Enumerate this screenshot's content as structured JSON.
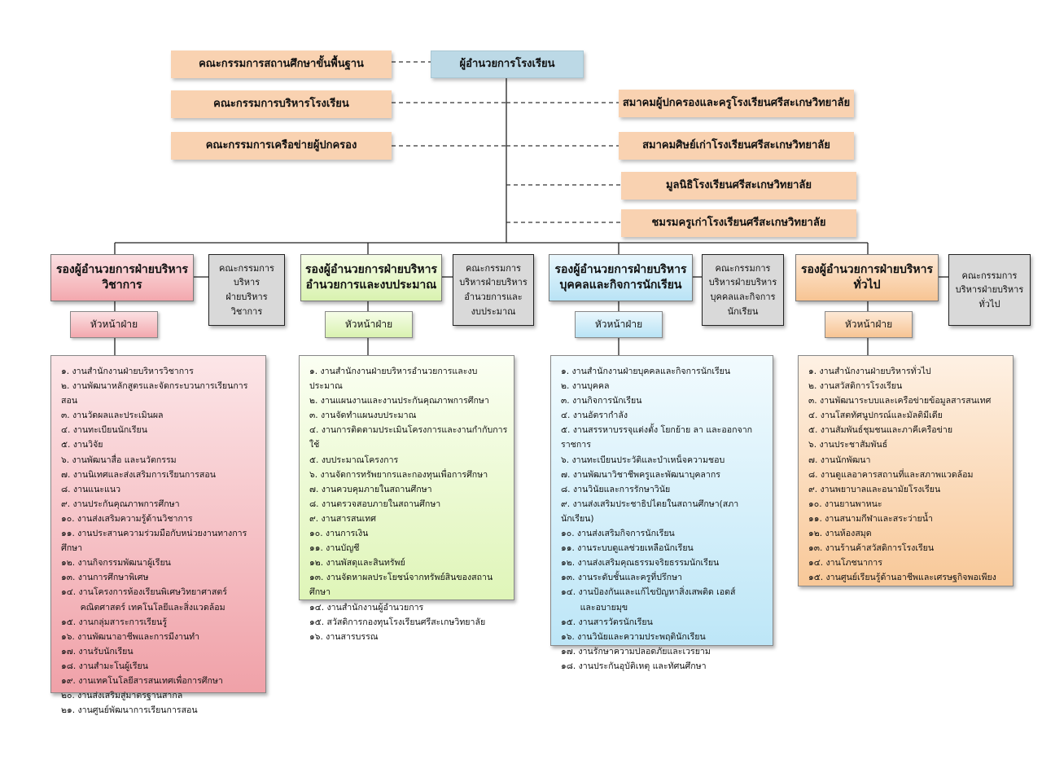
{
  "top": {
    "director": "ผู้อำนวยการโรงเรียน",
    "left_committees": [
      "คณะกรรมการสถานศึกษาขั้นพื้นฐาน",
      "คณะกรรมการบริหารโรงเรียน",
      "คณะกรรมการเครือข่ายผู้ปกครอง"
    ],
    "right_associations": [
      "สมาคมผู้ปกครองและครูโรงเรียนศรีสะเกษวิทยาลัย",
      "สมาคมศิษย์เก่าโรงเรียนศรีสะเกษวิทยาลัย",
      "มูลนิธิโรงเรียนศรีสะเกษวิทยาลัย",
      "ชมรมครูเก่าโรงเรียนศรีสะเกษวิทยาลัย"
    ]
  },
  "divisions": [
    {
      "title": "รองผู้อำนวยการฝ่ายบริหาร\nวิชาการ",
      "committee": "คณะกรรมการ\nบริหาร\nฝ่ายบริหาร\nวิชาการ",
      "head": "หัวหน้าฝ่าย",
      "tasks": [
        "๑. งานสำนักงานฝ่ายบริหารวิชาการ",
        "๒. งานพัฒนาหลักสูตรและจัดกระบวนการเรียนการสอน",
        "๓. งานวัดผลและประเมินผล",
        "๔. งานทะเบียนนักเรียน",
        "๕. งานวิจัย",
        "๖. งานพัฒนาสื่อ และนวัตกรรม",
        "๗. งานนิเทศและส่งเสริมการเรียนการสอน",
        "๘. งานแนะแนว",
        "๙. งานประกันคุณภาพการศึกษา",
        "๑๐. งานส่งเสริมความรู้ด้านวิชาการ",
        "๑๑. งานประสานความร่วมมือกับหน่วยงานทางการศึกษา",
        "๑๒. งานกิจกรรมพัฒนาผู้เรียน",
        "๑๓. งานการศึกษาพิเศษ",
        "๑๔. งานโครงการห้องเรียนพิเศษวิทยาศาสตร์\n       คณิตศาสตร์ เทคโนโลยีและสิ่งแวดล้อม",
        "๑๕. งานกลุ่มสาระการเรียนรู้",
        "๑๖. งานพัฒนาอาชีพและการมีงานทำ",
        "๑๗. งานรับนักเรียน",
        "๑๘. งานสำมะโนผู้เรียน",
        "๑๙. งานเทคโนโลยีสารสนเทศเพื่อการศึกษา",
        "๒๐. งานส่งเสริมสู่มาตรฐานสากล",
        "๒๑. งานศูนย์พัฒนาการเรียนการสอน"
      ]
    },
    {
      "title": "รองผู้อำนวยการฝ่ายบริหาร\nอำนวยการและงบประมาณ",
      "committee": "คณะกรรมการ\nบริหารฝ่ายบริหาร\nอำนวยการและ\nงบประมาณ",
      "head": "หัวหน้าฝ่าย",
      "tasks": [
        "๑. งานสำนักงานฝ่ายบริหารอำนวยการและงบประมาณ",
        "๒. งานแผนงานและงานประกันคุณภาพการศึกษา",
        "๓. งานจัดทำแผนงบประมาณ",
        "๔. งานการติดตามประเมินโครงการและงานกำกับการใช้",
        "๕. งบประมาณโครงการ",
        "๖. งานจัดการทรัพยากรและกองทุนเพื่อการศึกษา",
        "๗. งานควบคุมภายในสถานศึกษา",
        "๘. งานตรวจสอบภายในสถานศึกษา",
        "๙. งานสารสนเทศ",
        "๑๐. งานการเงิน",
        "๑๑. งานบัญชี",
        "๑๒. งานพัสดุและสินทรัพย์",
        "๑๓. งานจัดหาผลประโยชน์จากทรัพย์สินของสถานศึกษา",
        "๑๔. งานสำนักงานผู้อำนวยการ",
        "๑๕. สวัสดิการกองทุนโรงเรียนศรีสะเกษวิทยาลัย",
        "๑๖. งานสารบรรณ"
      ]
    },
    {
      "title": "รองผู้อำนวยการฝ่ายบริหาร\nบุคคลและกิจการนักเรียน",
      "committee": "คณะกรรมการ\nบริหารฝ่ายบริหาร\nบุคคลและกิจการ\nนักเรียน",
      "head": "หัวหน้าฝ่าย",
      "tasks": [
        "๑. งานสำนักงานฝ่ายบุคคลและกิจการนักเรียน",
        "๒. งานบุคคล",
        "๓. งานกิจการนักเรียน",
        "๔. งานอัตรากำลัง",
        "๕. งานสรรหาบรรจุแต่งตั้ง โยกย้าย ลา และออกจากราชการ",
        "๖. งานทะเบียนประวัติและบำเหน็จความชอบ",
        "๗. งานพัฒนาวิชาชีพครูและพัฒนาบุคลากร",
        "๘. งานวินัยและการรักษาวินัย",
        "๙. งานส่งเสริมประชาธิปไตยในสถานศึกษา(สภานักเรียน)",
        "๑๐. งานส่งเสริมกิจการนักเรียน",
        "๑๑. งานระบบดูแลช่วยเหลือนักเรียน",
        "๑๒. งานส่งเสริมคุณธรรมจริยธรรมนักเรียน",
        "๑๓. งานระดับชั้นและครูที่ปรึกษา",
        "๑๔. งานป้องกันและแก้ไขปัญหาสิ่งเสพติด เอดส์\n       และอบายมุข",
        "๑๕. งานสารวัตรนักเรียน",
        "๑๖. งานวินัยและความประพฤตินักเรียน",
        "๑๗. งานรักษาความปลอดภัยและเวรยาม",
        "๑๘. งานประกันอุบัติเหตุ และทัศนศึกษา"
      ]
    },
    {
      "title": "รองผู้อำนวยการฝ่ายบริหาร\nทั่วไป",
      "committee": "คณะกรรมการ\nบริหารฝ่ายบริหาร\nทั่วไป",
      "head": "หัวหน้าฝ่าย",
      "tasks": [
        "๑. งานสำนักงานฝ่ายบริหารทั่วไป",
        "๒. งานสวัสดิการโรงเรียน",
        "๓. งานพัฒนาระบบและเครือข่ายข้อมูลสารสนเทศ",
        "๔. งานโสตทัศนูปกรณ์และมัลติมีเดีย",
        "๕. งานสัมพันธ์ชุมชนและภาคีเครือข่าย",
        "๖. งานประชาสัมพันธ์",
        "๗. งานนักพัฒนา",
        "๘. งานดูแลอาคารสถานที่และสภาพแวดล้อม",
        "๙. งานพยาบาลและอนามัยโรงเรียน",
        "๑๐. งานยานพาหนะ",
        "๑๑. งานสนามกีฬาและสระว่ายน้ำ",
        "๑๒. งานห้องสมุด",
        "๑๓. งานร้านค้าสวัสดิการโรงเรียน",
        "๑๔. งานโภชนาการ",
        "๑๕. งานศูนย์เรียนรู้ด้านอาชีพและเศรษฐกิจพอเพียง"
      ]
    }
  ]
}
